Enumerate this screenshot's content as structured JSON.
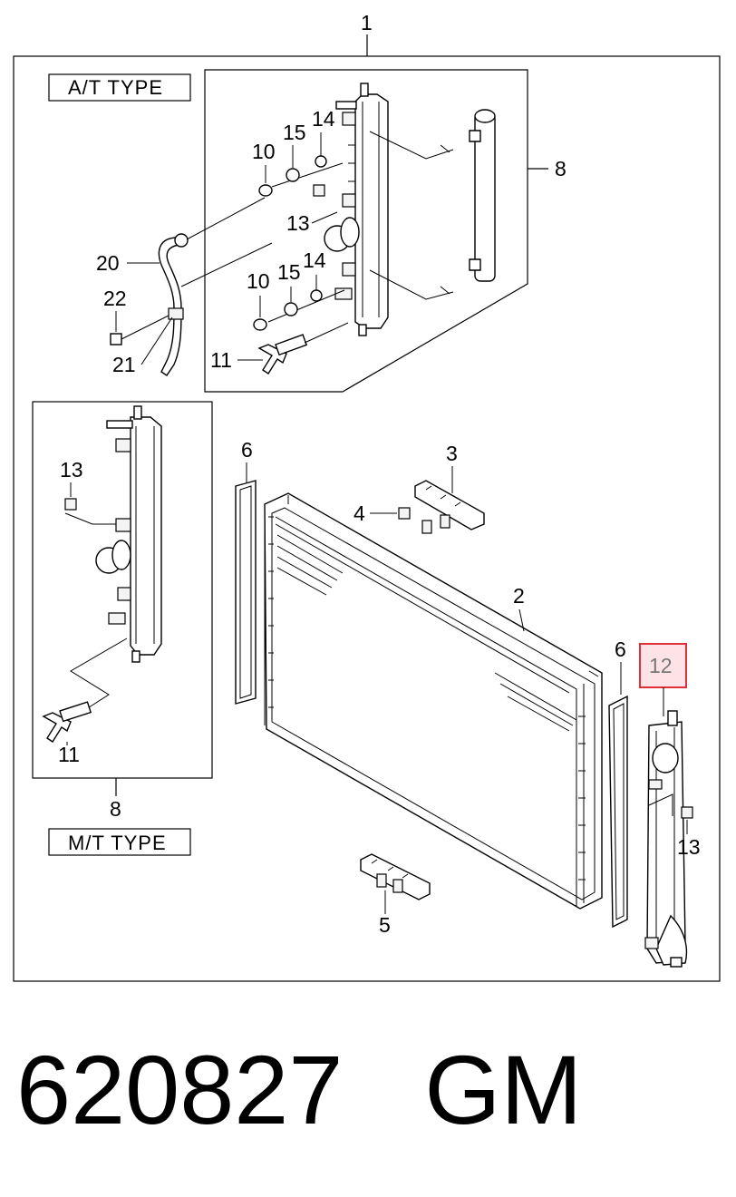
{
  "labels": {
    "assembly": "1",
    "radiator_core": "2",
    "bracket_upper": "3",
    "clip": "4",
    "bracket_lower": "5",
    "seal_left": "6",
    "seal_right": "6",
    "tank_at": "8",
    "tank_mt": "8",
    "plug_at_upper": "10",
    "plug_at_lower": "10",
    "drain_cock_at": "11",
    "drain_cock_mt": "11",
    "tank_highlighted": "12",
    "clip_at": "13",
    "clip_mt": "13",
    "clip_right": "13",
    "ring_at_upper": "14",
    "ring_at_lower": "14",
    "washer_at_upper": "15",
    "washer_at_lower": "15",
    "hose": "20",
    "hose_clamp": "21",
    "bolt": "22"
  },
  "types": {
    "at": "A/T  TYPE",
    "mt": "M/T  TYPE"
  },
  "footer": {
    "code": "620827   GM"
  },
  "colors": {
    "highlight_fill": "#fde2e6",
    "highlight_border": "#e0303a"
  }
}
